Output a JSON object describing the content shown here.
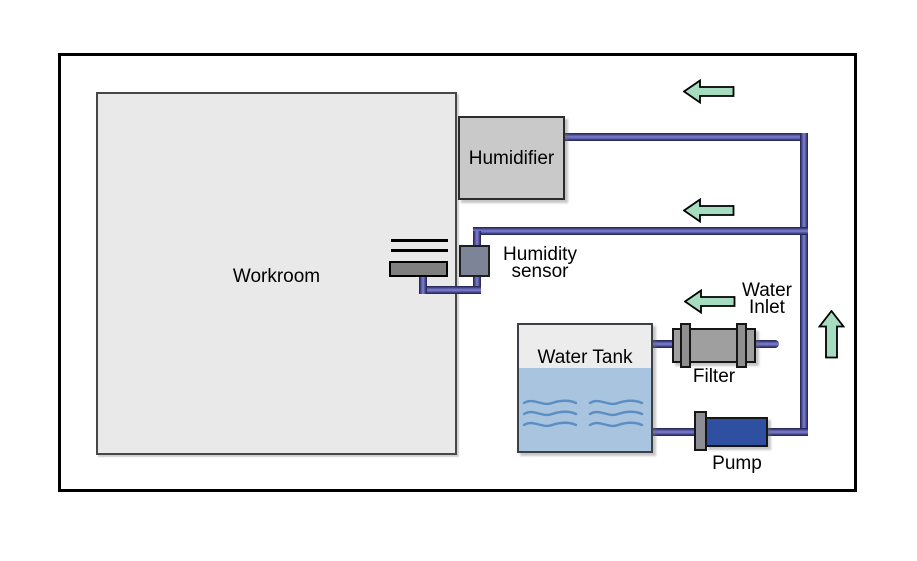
{
  "scene": {
    "background": "#ffffff",
    "frame_border": "#000000"
  },
  "workroom": {
    "label": "Workroom",
    "fill": "#e9e9e9"
  },
  "humidifier": {
    "label": "Humidifier",
    "fill": "#c9c9c9"
  },
  "humidity_sensor": {
    "label": [
      "Humidity",
      "sensor"
    ],
    "fill": "#7e8498",
    "mount_bar_fill": "#7f7f7f"
  },
  "water_tank": {
    "label": "Water Tank",
    "head_fill": "#ececec",
    "water_fill": "#a9c4de",
    "wave_color": "#5b8ec4"
  },
  "filter": {
    "label": "Filter",
    "body_fill": "#9f9f9f",
    "flange_fill": "#8f8f8f"
  },
  "pump": {
    "label": "Pump",
    "body_fill": "#2f4fa0",
    "flange_fill": "#8d8d95"
  },
  "water_inlet": {
    "label": [
      "Water",
      "Inlet"
    ]
  },
  "pipes": {
    "color_dark": "#1e1e48",
    "color_light": "#8082d2"
  },
  "arrows": {
    "fill": "#a6dcc0",
    "stroke": "#000000",
    "items": [
      {
        "name": "flow-arrow-top",
        "direction": "left"
      },
      {
        "name": "flow-arrow-middle",
        "direction": "left"
      },
      {
        "name": "water-inlet-arrow",
        "direction": "left"
      },
      {
        "name": "riser-arrow",
        "direction": "up"
      }
    ]
  }
}
